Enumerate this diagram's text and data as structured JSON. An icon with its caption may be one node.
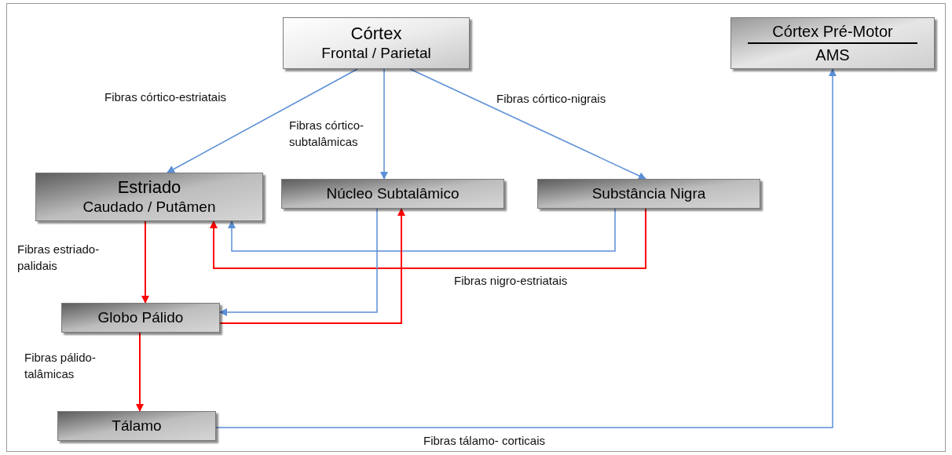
{
  "diagram": {
    "nodes": [
      {
        "text": [
          "Córtex",
          "Frontal / Parietal"
        ]
      },
      {
        "text": [
          "Córtex Pré-Motor",
          "AMS"
        ]
      },
      {
        "text": [
          "Estriado",
          "Caudado / Putâmen"
        ]
      },
      {
        "text": [
          "Núcleo Subtalâmico"
        ]
      },
      {
        "text": [
          "Substância Nigra"
        ]
      },
      {
        "text": [
          "Globo Pálido"
        ]
      },
      {
        "text": [
          "Tálamo"
        ]
      }
    ],
    "edges": [
      {
        "from": 0,
        "to": 2,
        "arrow": "to",
        "label": "Fibras córtico-estriatais"
      },
      {
        "from": 0,
        "to": 3,
        "arrow": "to",
        "label": "Fibras córtico-subtalâmicas"
      },
      {
        "from": 0,
        "to": 4,
        "arrow": "to",
        "label": "Fibras córtico-nigrais"
      },
      {
        "from": 2,
        "to": 5,
        "arrow": "to",
        "label": "Fibras estriado-palidais",
        "color": "#ff0000"
      },
      {
        "from": 4,
        "to": 2,
        "arrow": "to"
      },
      {
        "from": 4,
        "to": 2,
        "arrow": "to",
        "label": "Fibras nigro-estriatais",
        "color": "#ff0000"
      },
      {
        "from": 3,
        "to": 5,
        "arrow": "to"
      },
      {
        "from": 5,
        "to": 3,
        "arrow": "to",
        "color": "#ff0000"
      },
      {
        "from": 5,
        "to": 6,
        "arrow": "to",
        "label": "Fibras pálido-talâmicas",
        "color": "#ff0000"
      },
      {
        "from": 6,
        "to": 1,
        "arrow": "to",
        "label": "Fibras tálamo- corticais"
      }
    ]
  }
}
